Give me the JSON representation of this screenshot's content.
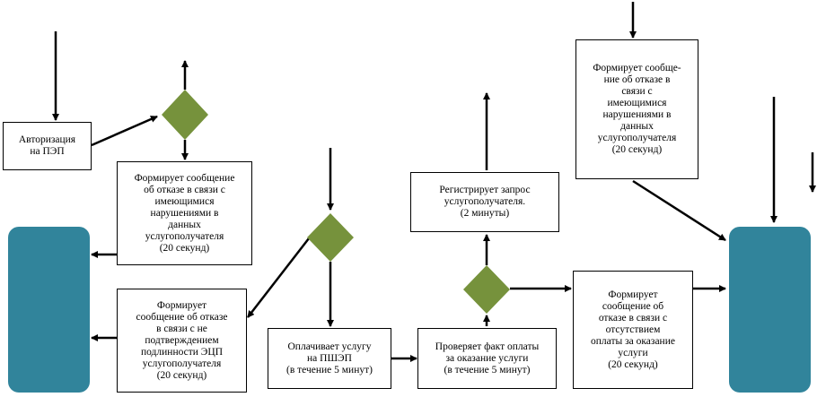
{
  "colors": {
    "decision": "#76923c",
    "lane": "#31849b",
    "line": "#000000"
  },
  "boxes": {
    "auth": "Авторизация\nна ПЭП",
    "refuse_data_1": "Формирует сообщение\nоб отказе в связи с\nимеющимися\nнарушениями в\nданных\nуслугополучателя\n(20 секунд)",
    "refuse_eds": "Формирует\nсообщение об отказе\nв связи с не\nподтверждением\nподлинности ЭЦП\nуслугополучателя\n(20 секунд)",
    "pay": "Оплачивает услугу\nна ПШЭП\n(в течение 5 минут)",
    "check_pay": "Проверяет факт оплаты\nза оказание услуги\n(в течение  5 минут)",
    "register": "Регистрирует запрос\nуслугополучателя.\n(2 минуты)",
    "refuse_pay": "Формирует\nсообщение об\nотказе в связи с\nотсутствием\nоплаты за оказание\nуслуги\n(20 секунд)",
    "refuse_data_2": "Формирует сообще-\nние об отказе в\nсвязи с\nимеющимися\nнарушениями в\nданных\nуслугополучателя\n(20 секунд)"
  }
}
